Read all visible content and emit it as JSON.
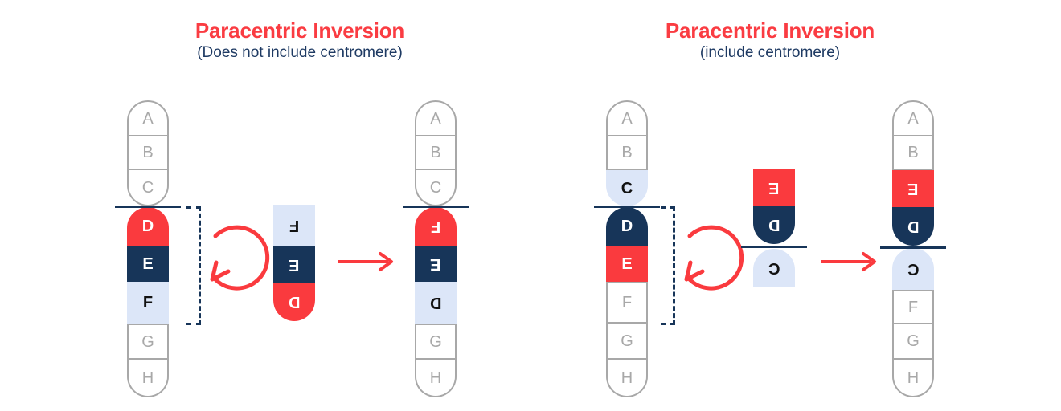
{
  "colors": {
    "red": "#FA3A3E",
    "navy": "#173559",
    "light_blue": "#DCE6F8",
    "gray": "#A8A8A8",
    "background": "#FFFFFF",
    "title_red": "#FA3C42",
    "title_navy": "#1E3A63"
  },
  "panels": [
    {
      "id": "left",
      "title_main": "Paracentric Inversion",
      "title_sub": "(Does not include centromere)",
      "original": {
        "name": "original-chromosome",
        "bands": [
          {
            "label": "A",
            "style": "plain",
            "flipped": false
          },
          {
            "label": "B",
            "style": "plain",
            "flipped": false
          },
          {
            "label": "C",
            "style": "plain",
            "flipped": false
          },
          {
            "label": "D",
            "style": "red",
            "flipped": false
          },
          {
            "label": "E",
            "style": "navy",
            "flipped": false
          },
          {
            "label": "F",
            "style": "light_blue",
            "flipped": false
          },
          {
            "label": "G",
            "style": "plain",
            "flipped": false
          },
          {
            "label": "H",
            "style": "plain",
            "flipped": false
          }
        ]
      },
      "fragment": {
        "name": "inverted-fragment",
        "bands": [
          {
            "label": "F",
            "style": "light_blue",
            "flipped": true
          },
          {
            "label": "E",
            "style": "navy",
            "flipped": true
          },
          {
            "label": "D",
            "style": "red",
            "flipped": true
          }
        ]
      },
      "result": {
        "name": "result-chromosome",
        "bands": [
          {
            "label": "A",
            "style": "plain",
            "flipped": false
          },
          {
            "label": "B",
            "style": "plain",
            "flipped": false
          },
          {
            "label": "C",
            "style": "plain",
            "flipped": false
          },
          {
            "label": "F",
            "style": "red",
            "flipped": true
          },
          {
            "label": "E",
            "style": "navy",
            "flipped": true
          },
          {
            "label": "D",
            "style": "light_blue",
            "flipped": true
          },
          {
            "label": "G",
            "style": "plain",
            "flipped": false
          },
          {
            "label": "H",
            "style": "plain",
            "flipped": false
          }
        ]
      },
      "inverted_segment": "D-E-F",
      "centromere_included": false
    },
    {
      "id": "right",
      "title_main": "Paracentric Inversion",
      "title_sub": "(include centromere)",
      "original": {
        "name": "original-chromosome",
        "bands": [
          {
            "label": "A",
            "style": "plain",
            "flipped": false
          },
          {
            "label": "B",
            "style": "plain",
            "flipped": false
          },
          {
            "label": "C",
            "style": "light_blue",
            "flipped": false
          },
          {
            "label": "D",
            "style": "navy",
            "flipped": false
          },
          {
            "label": "E",
            "style": "red",
            "flipped": false
          },
          {
            "label": "F",
            "style": "plain",
            "flipped": false
          },
          {
            "label": "G",
            "style": "plain",
            "flipped": false
          },
          {
            "label": "H",
            "style": "plain",
            "flipped": false
          }
        ]
      },
      "fragment": {
        "name": "inverted-fragment",
        "bands": [
          {
            "label": "E",
            "style": "red",
            "flipped": true
          },
          {
            "label": "D",
            "style": "navy",
            "flipped": true
          },
          {
            "label": "C",
            "style": "light_blue",
            "flipped": true
          }
        ]
      },
      "result": {
        "name": "result-chromosome",
        "bands": [
          {
            "label": "A",
            "style": "plain",
            "flipped": false
          },
          {
            "label": "B",
            "style": "plain",
            "flipped": false
          },
          {
            "label": "E",
            "style": "red",
            "flipped": true
          },
          {
            "label": "D",
            "style": "navy",
            "flipped": true
          },
          {
            "label": "C",
            "style": "light_blue",
            "flipped": true
          },
          {
            "label": "F",
            "style": "plain",
            "flipped": false
          },
          {
            "label": "G",
            "style": "plain",
            "flipped": false
          },
          {
            "label": "H",
            "style": "plain",
            "flipped": false
          }
        ]
      },
      "inverted_segment": "C-D-E",
      "centromere_included": true
    }
  ],
  "icons": {
    "rotation_arrow": "circular-rotation-arrow",
    "transform_arrow": "right-arrow",
    "bracket": "dashed-bracket",
    "centromere": "centromere-line"
  }
}
